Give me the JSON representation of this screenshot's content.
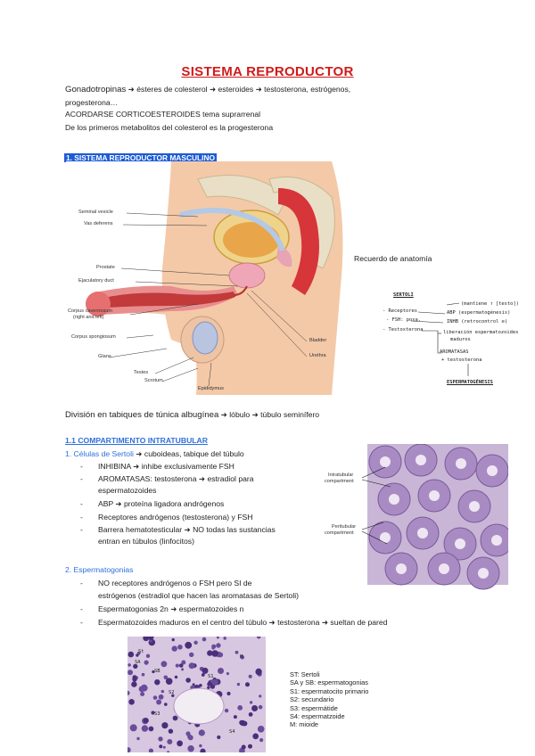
{
  "title": "SISTEMA REPRODUCTOR",
  "intro": {
    "line1_lead": "Gonadotropinas",
    "line1_rest": " ➜ ésteres de colesterol ➜ esteroides ➜ testosterona, estrógenos,",
    "line2": "progesterona…",
    "line3": "ACORDARSE CORTICOESTEROIDES tema suprarrenal",
    "line4": "De los primeros metabolitos del colesterol es la progesterona"
  },
  "section1": {
    "heading": "1. SISTEMA REPRODUCTOR MASCULINO"
  },
  "anatomy": {
    "labels": {
      "seminal_vesicle": "Seminal vesicle",
      "vas_deferens": "Vas deferens",
      "prostate": "Prostate",
      "ejaculatory_duct": "Ejaculatory duct",
      "corpus_cavernosum": "Corpus cavernosum",
      "corpus_cavernosum_2": "(right and left)",
      "corpus_spongiosum": "Corpus spongiosum",
      "glans": "Glans",
      "testes": "Testes",
      "scrotum": "Scrotum",
      "epididymus": "Epididymus",
      "bladder": "Bladder",
      "urethra": "Urethra"
    },
    "side_note": "Recuerdo de anatomía"
  },
  "handwritten": {
    "title": "SERTOLI",
    "l1": "- Receptores",
    "l2": "- FSH: posa.",
    "l3": "- Testosterona",
    "r1": "(mantiene ↑ [testo])",
    "r2": "ABP (espermatogénesis)",
    "r3": "INHB (retrocontrol ⊖)",
    "r4": "liberación espermatozoides",
    "r5": "maduros",
    "r6": "AROMATASAS",
    "r7": "+ testosterona",
    "bottom": "ESPERMATOGÉNESIS"
  },
  "division": {
    "lead": "División en tabiques de túnica albugínea",
    "rest": " ➜ lóbulo ➜ túbulo seminífero"
  },
  "section11": {
    "heading": "1.1 COMPARTIMENTO INTRATUBULAR",
    "sub1_lead": "1. Células de Sertoli",
    "sub1_rest": " ➜ cuboideas, tabique del túbulo",
    "items": [
      "INHIBINA ➜ inhibe exclusivamente FSH",
      "AROMATASAS: testosterona ➜ estradiol para",
      "espermatozoides",
      "ABP ➜ proteína ligadora andrógenos",
      "Receptores andrógenos (testosterona)  y FSH",
      "Barrera hematotesticular ➜ NO todas las sustancias",
      "entran en túbulos (linfocitos)"
    ],
    "sub2": "2. Espermatogonias",
    "items2": [
      "NO receptores andrógenos o FSH pero SI de",
      "estrógenos (estradiol que hacen las aromatasas de Sertoli)",
      "Espermatogonias 2n ➜ espermatozoides n",
      "Espermatozoides maduros en el centro del túbulo ➜ testosterona ➜ sueltan de pared"
    ]
  },
  "histo1": {
    "label_intra": "Intratubular",
    "label_intra2": "compartment",
    "label_peri": "Peritubular",
    "label_peri2": "compartment"
  },
  "histo2": {
    "legend": [
      "ST: Sertoli",
      "SA y SB: espermatogonias",
      "S1: espermatocito primario",
      "S2: secundario",
      "S3: espermátide",
      "S4: espermatzoide",
      "M: mioide"
    ],
    "marks": [
      "St",
      "SA",
      "SB",
      "S1",
      "S2",
      "S3",
      "S4",
      "M"
    ]
  },
  "colors": {
    "title": "#d11a1a",
    "section_bg": "#1e5bd6",
    "blue_text": "#2f6fdc"
  }
}
